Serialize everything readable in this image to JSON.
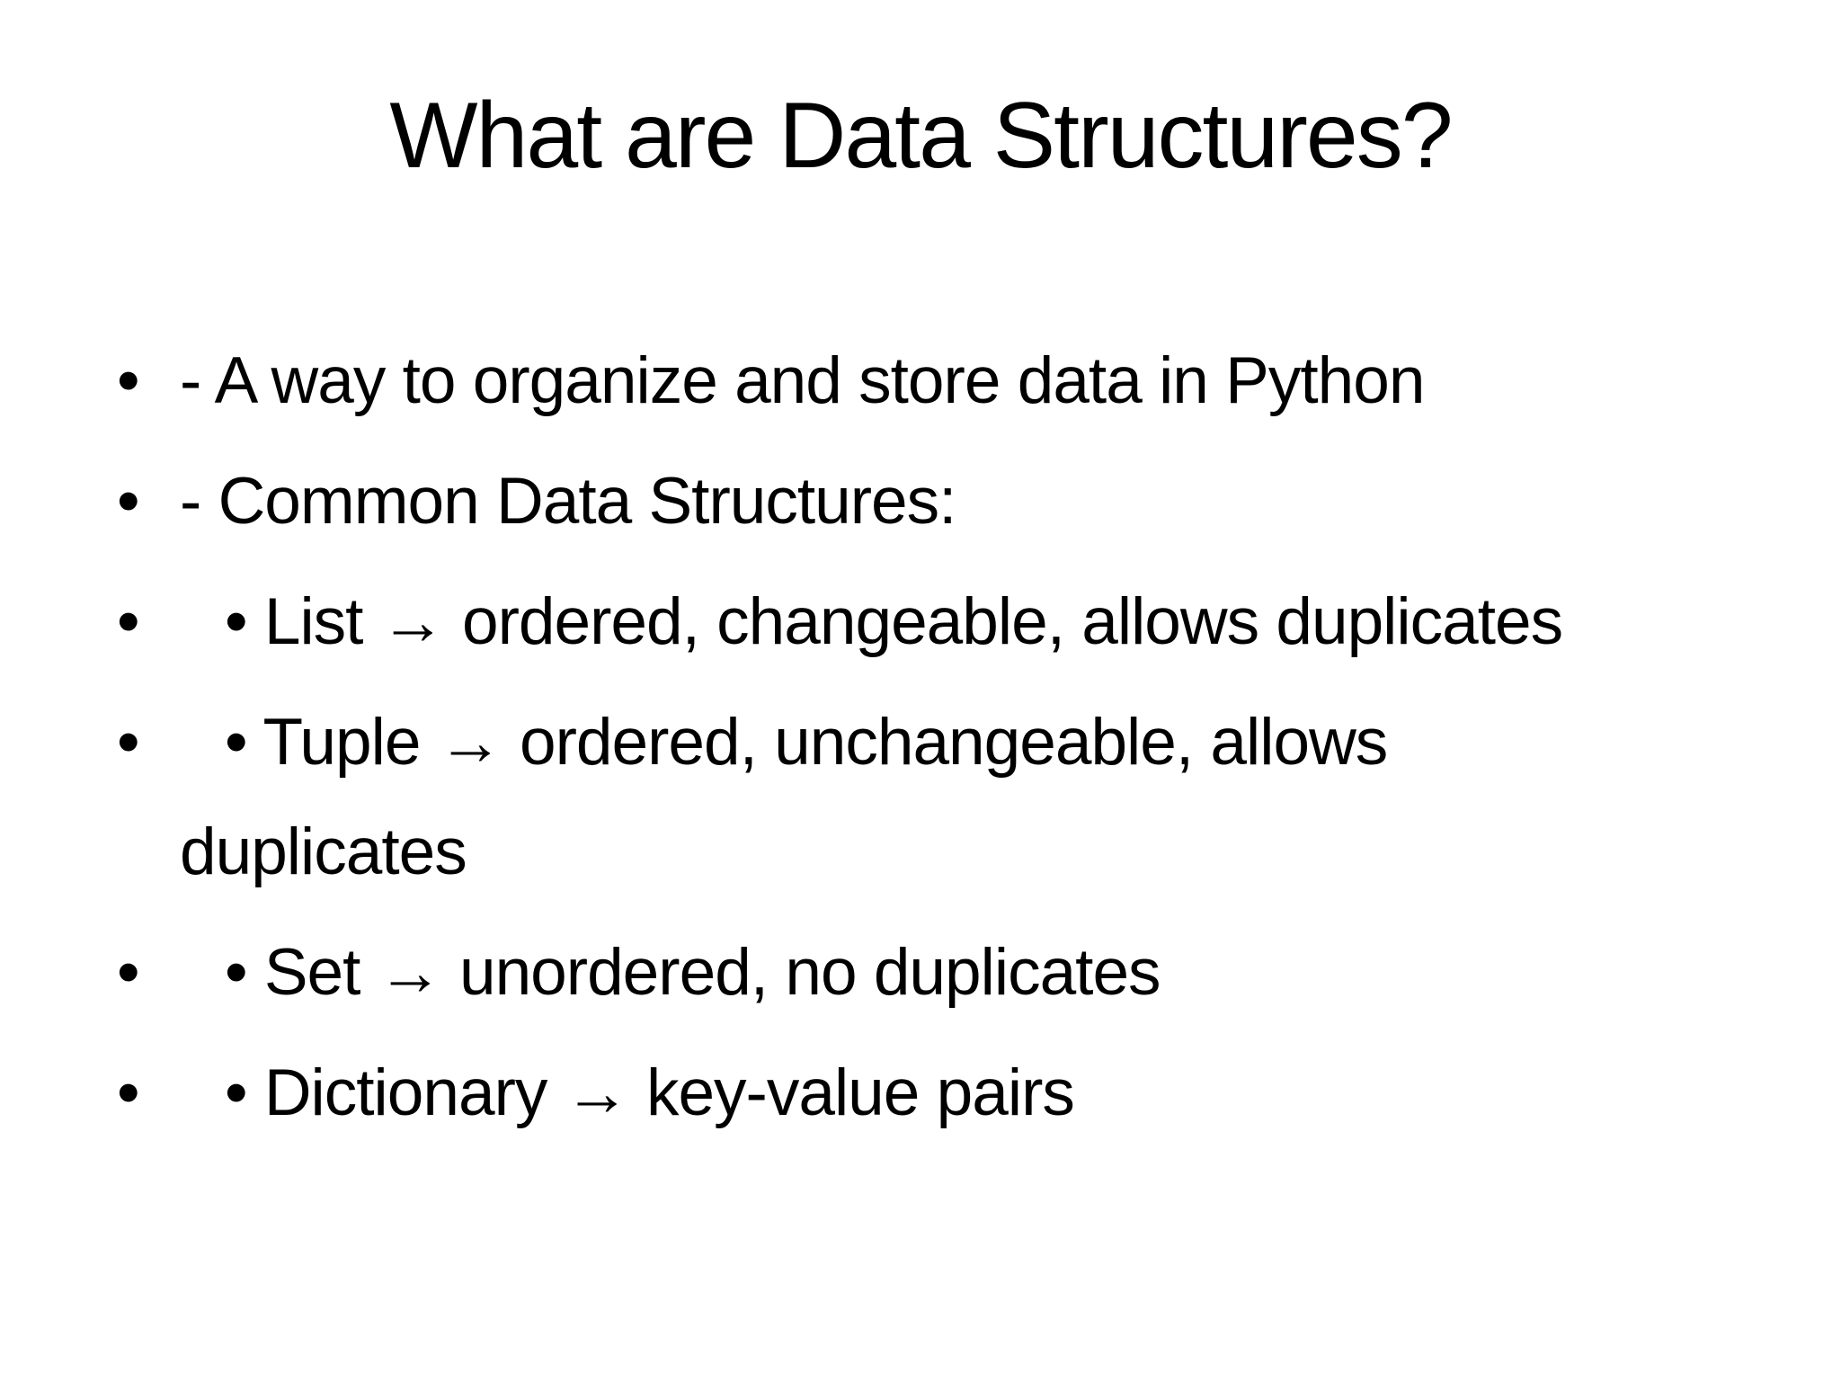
{
  "slide": {
    "title": "What are Data Structures?",
    "bullets": [
      {
        "marker": "•",
        "level": 1,
        "text": "- A way to organize and store data in Python"
      },
      {
        "marker": "•",
        "level": 1,
        "text": "- Common Data Structures:"
      },
      {
        "marker": "•",
        "level": 2,
        "text": "• List → ordered, changeable, allows duplicates"
      },
      {
        "marker": "•",
        "level": 2,
        "text": "• Tuple → ordered, unchangeable, allows duplicates"
      },
      {
        "marker": "•",
        "level": 2,
        "text": "• Set → unordered, no duplicates"
      },
      {
        "marker": "•",
        "level": 2,
        "text": "• Dictionary → key-value pairs"
      }
    ],
    "colors": {
      "background": "#ffffff",
      "text": "#000000"
    }
  }
}
